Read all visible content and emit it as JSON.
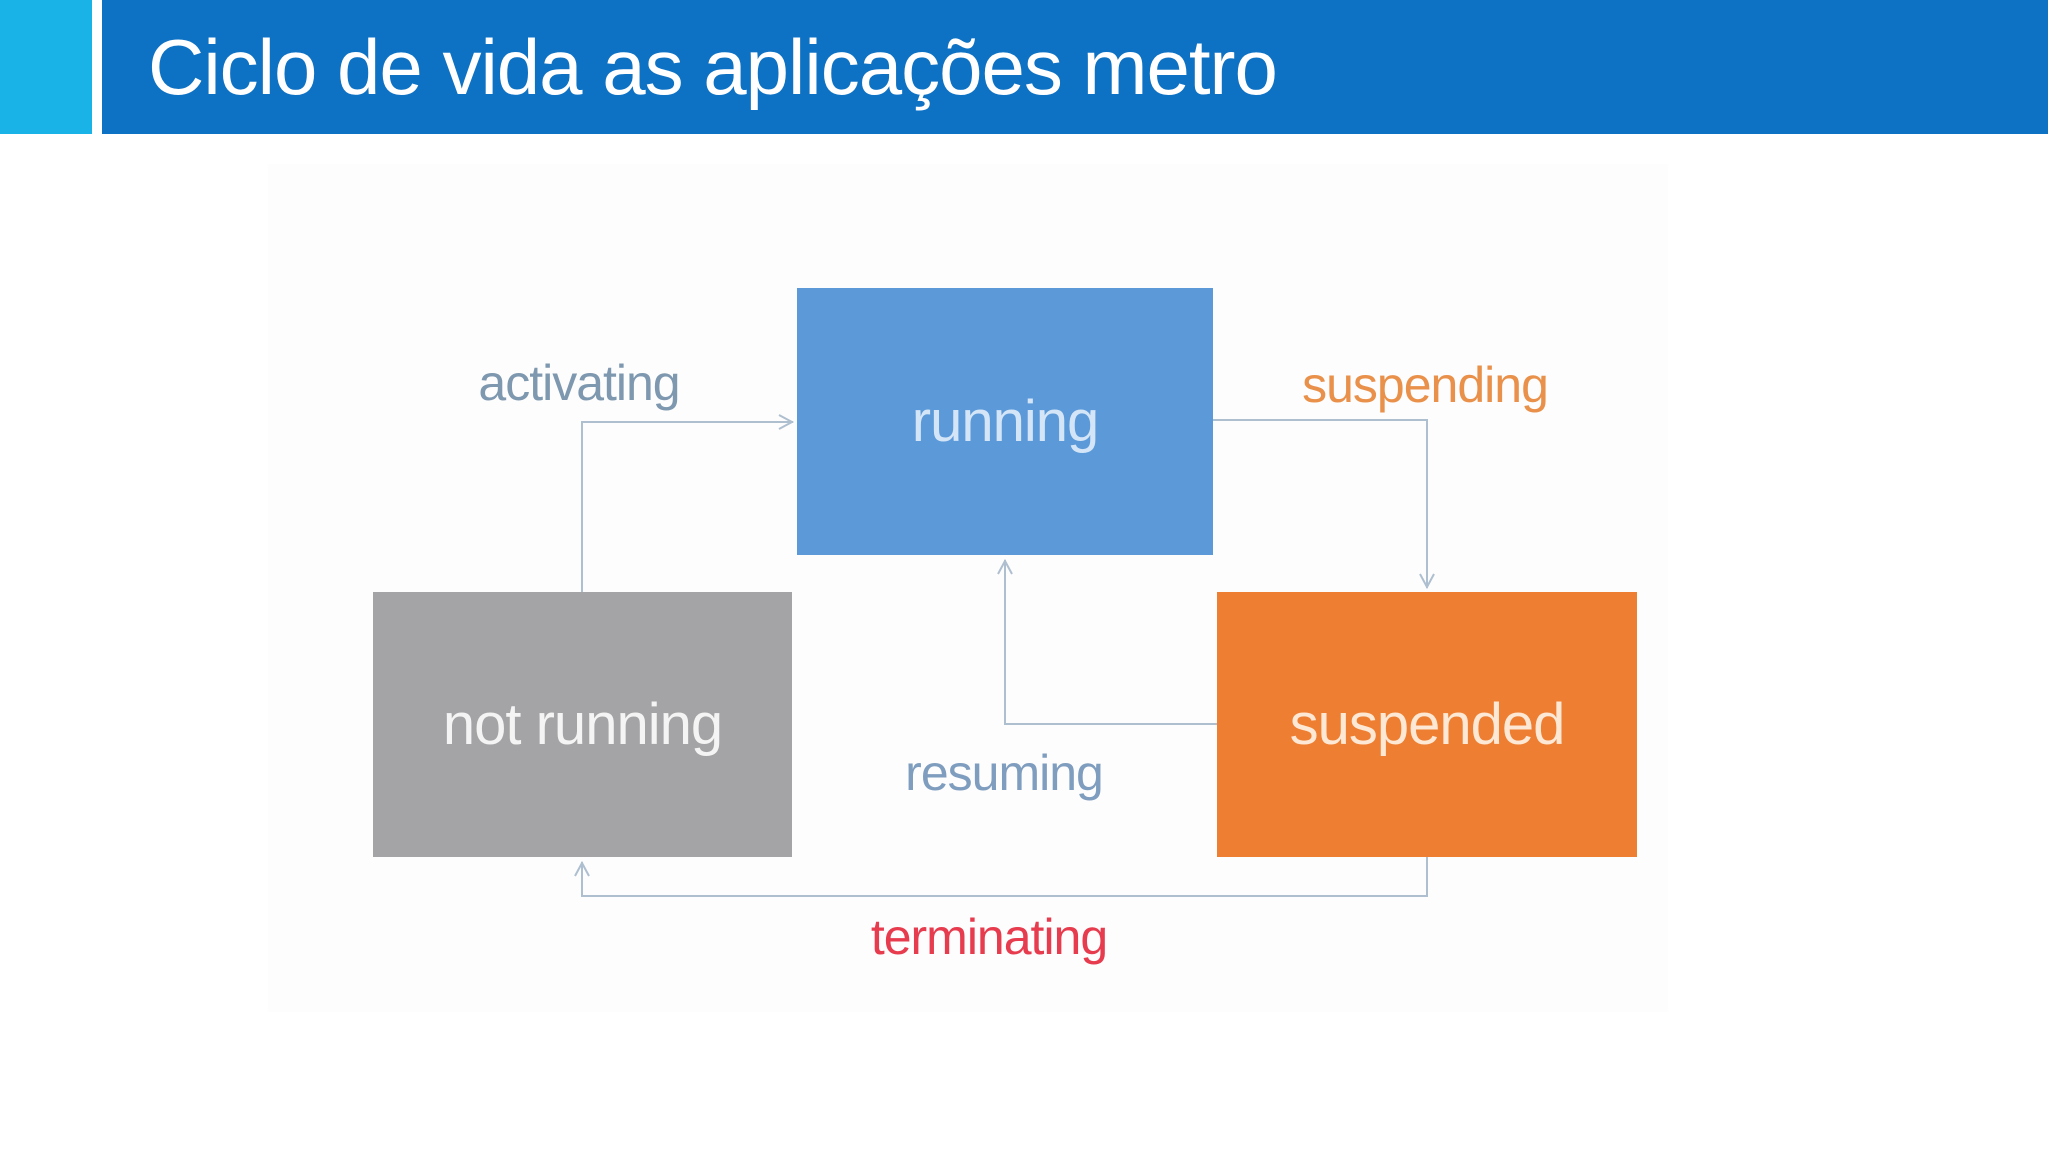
{
  "slide": {
    "title": "Ciclo de vida as aplicações metro",
    "colors": {
      "header_bar": "#0d71c4",
      "accent_square": "#1ab3e8",
      "title_text": "#ffffff",
      "connector": "#aebfd0"
    }
  },
  "diagram": {
    "nodes": [
      {
        "id": "running",
        "label": "running",
        "color": "#5b99d8",
        "text_color": "#d3e5f7"
      },
      {
        "id": "not-running",
        "label": "not running",
        "color": "#a4a4a6",
        "text_color": "#f4f4f4"
      },
      {
        "id": "suspended",
        "label": "suspended",
        "color": "#ee7e31",
        "text_color": "#fce8d4"
      }
    ],
    "edges": [
      {
        "id": "activating",
        "label": "activating",
        "from": "not running",
        "to": "running",
        "label_color": "#7e98af"
      },
      {
        "id": "suspending",
        "label": "suspending",
        "from": "running",
        "to": "suspended",
        "label_color": "#e9914a"
      },
      {
        "id": "resuming",
        "label": "resuming",
        "from": "suspended",
        "to": "running",
        "label_color": "#7f9dbe"
      },
      {
        "id": "terminating",
        "label": "terminating",
        "from": "suspended",
        "to": "not running",
        "label_color": "#e73b4e"
      }
    ]
  }
}
